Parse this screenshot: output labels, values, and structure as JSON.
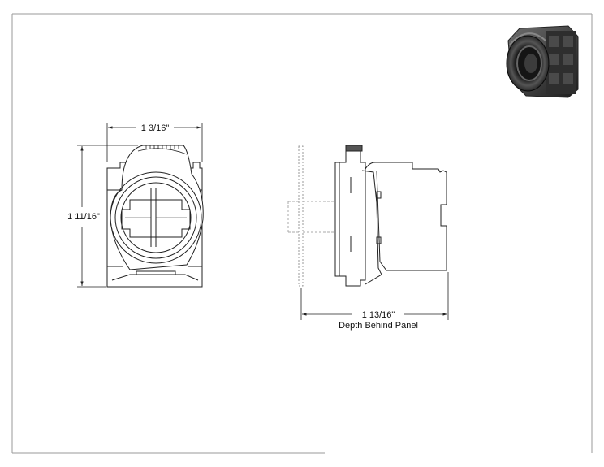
{
  "dimensions": {
    "front_width": "1 3/16\"",
    "front_height": "1 11/16\"",
    "side_depth": "1 13/16\"",
    "side_depth_caption": "Depth Behind Panel"
  }
}
